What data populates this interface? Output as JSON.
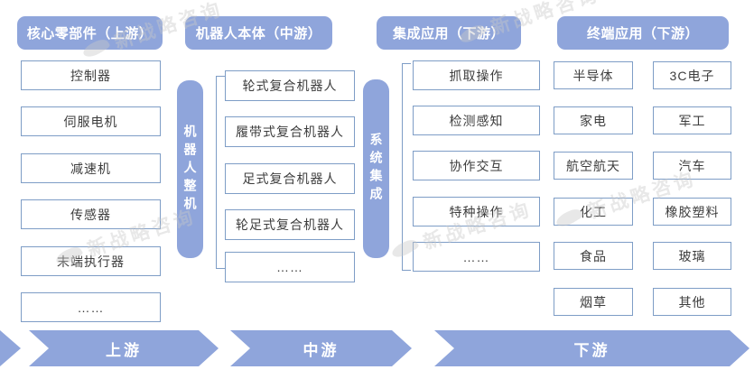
{
  "colors": {
    "accent": "#8FA5DB",
    "border": "#7E9DC6",
    "text": "#3D3D3D",
    "watermark": "#C9C9C9"
  },
  "watermark": {
    "text": "新战略咨询"
  },
  "diagram": {
    "columns": [
      {
        "header": "核心零部件（上游）",
        "items": [
          "控制器",
          "伺服电机",
          "减速机",
          "传感器",
          "末端执行器",
          "……"
        ]
      },
      {
        "header": "机器人本体（中游）",
        "side_label": "机器人整机",
        "items": [
          "轮式复合机器人",
          "履带式复合机器人",
          "足式复合机器人",
          "轮足式复合机器人",
          "……"
        ]
      },
      {
        "header": "集成应用（下游）",
        "side_label": "系统集成",
        "items": [
          "抓取操作",
          "检测感知",
          "协作交互",
          "特种操作",
          "……"
        ]
      },
      {
        "header": "终端应用（下游）",
        "items_left": [
          "半导体",
          "家电",
          "航空航天",
          "化工",
          "食品",
          "烟草"
        ],
        "items_right": [
          "3C电子",
          "军工",
          "汽车",
          "橡胶塑料",
          "玻璃",
          "其他"
        ]
      }
    ],
    "flow_band": {
      "segments": [
        "上游",
        "中游",
        "下游"
      ]
    }
  }
}
